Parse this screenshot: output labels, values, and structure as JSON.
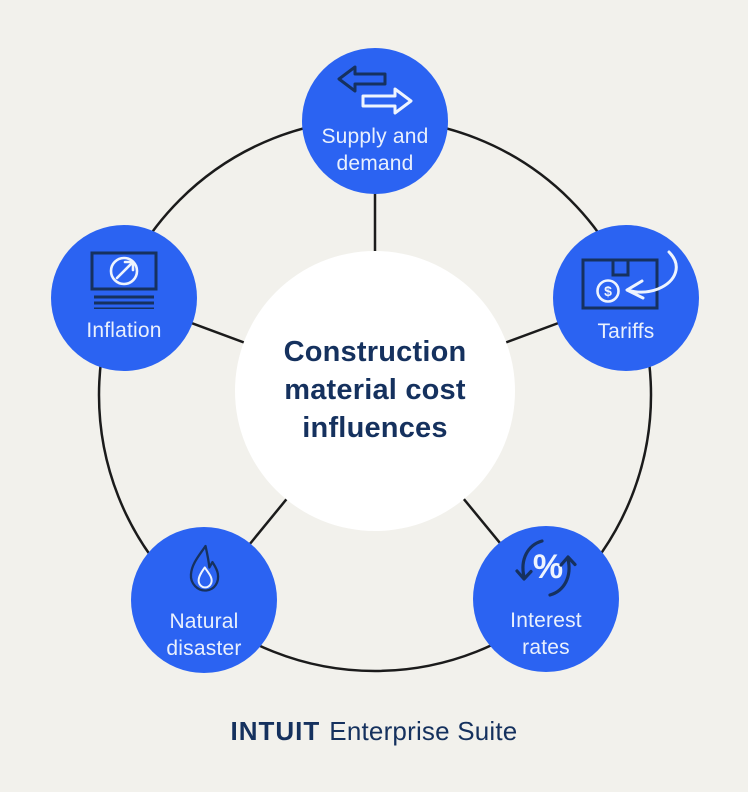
{
  "title": {
    "lines": [
      "Construction",
      "material cost",
      "influences"
    ]
  },
  "nodes": [
    {
      "id": "supply-demand",
      "lines": [
        "Supply and",
        "demand"
      ],
      "icon": "opposing-arrows-icon"
    },
    {
      "id": "inflation",
      "lines": [
        "Inflation"
      ],
      "icon": "inflation-chart-icon"
    },
    {
      "id": "tariffs",
      "lines": [
        "Tariffs"
      ],
      "icon": "tariff-box-icon",
      "glyph": "$"
    },
    {
      "id": "natural-disaster",
      "lines": [
        "Natural",
        "disaster"
      ],
      "icon": "flame-icon"
    },
    {
      "id": "interest-rates",
      "lines": [
        "Interest",
        "rates"
      ],
      "icon": "percent-cycle-icon",
      "glyph": "%"
    }
  ],
  "footer": {
    "brand": "INTUIT",
    "product": "Enterprise Suite"
  },
  "colors": {
    "background": "#f2f1ec",
    "node_blue": "#2b63f2",
    "navy": "#15315e",
    "connector_line": "#1b1b1b",
    "label_text": "#e9f0fd",
    "center_circle": "#ffffff"
  }
}
